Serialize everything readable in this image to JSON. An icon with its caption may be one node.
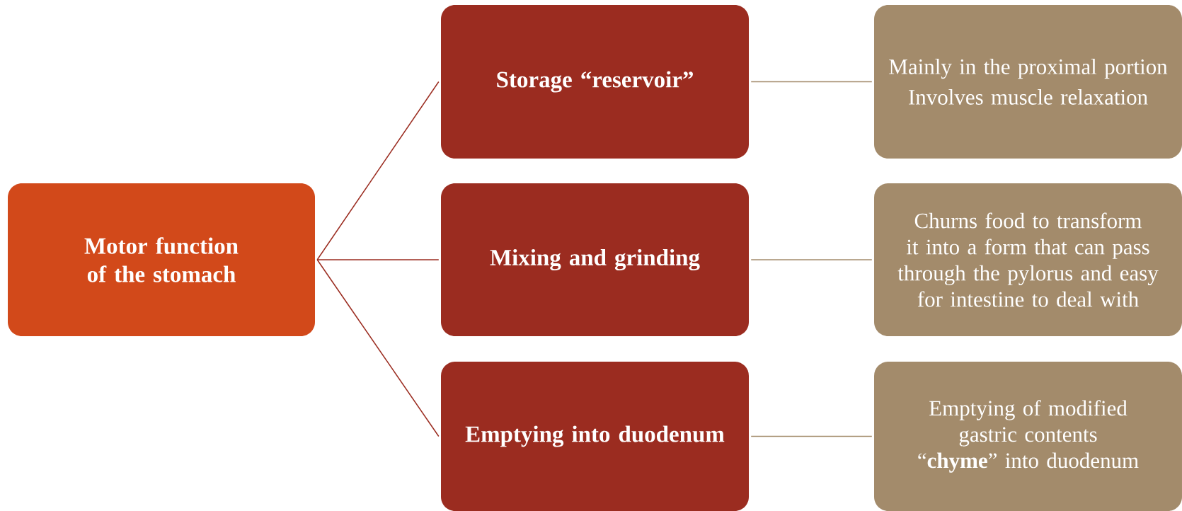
{
  "diagram": {
    "nodes": [
      {
        "text": [
          "Motor function of the stomach"
        ]
      },
      {
        "text": [
          "Storage “reservoir”"
        ]
      },
      {
        "text": [
          "Mixing and grinding"
        ]
      },
      {
        "text": [
          "Emptying into duodenum"
        ]
      },
      {
        "text": [
          "Mainly in the proximal portion",
          "Involves muscle relaxation"
        ]
      },
      {
        "text": [
          "Churns food to transform it into a form that can pass through the pylorus and easy for intestine to deal with"
        ]
      },
      {
        "text": [
          "Emptying of modified gastric contents “**chyme**” into duodenum"
        ]
      }
    ],
    "edges": [
      {
        "from": 0,
        "to": 1,
        "arrow": "none",
        "color": "#9b2c20"
      },
      {
        "from": 0,
        "to": 2,
        "arrow": "none",
        "color": "#9b2c20"
      },
      {
        "from": 0,
        "to": 3,
        "arrow": "none",
        "color": "#9b2c20"
      },
      {
        "from": 1,
        "to": 4,
        "arrow": "none",
        "color": "#a38b6b"
      },
      {
        "from": 2,
        "to": 5,
        "arrow": "none",
        "color": "#a38b6b"
      },
      {
        "from": 3,
        "to": 6,
        "arrow": "none",
        "color": "#a38b6b"
      }
    ]
  }
}
